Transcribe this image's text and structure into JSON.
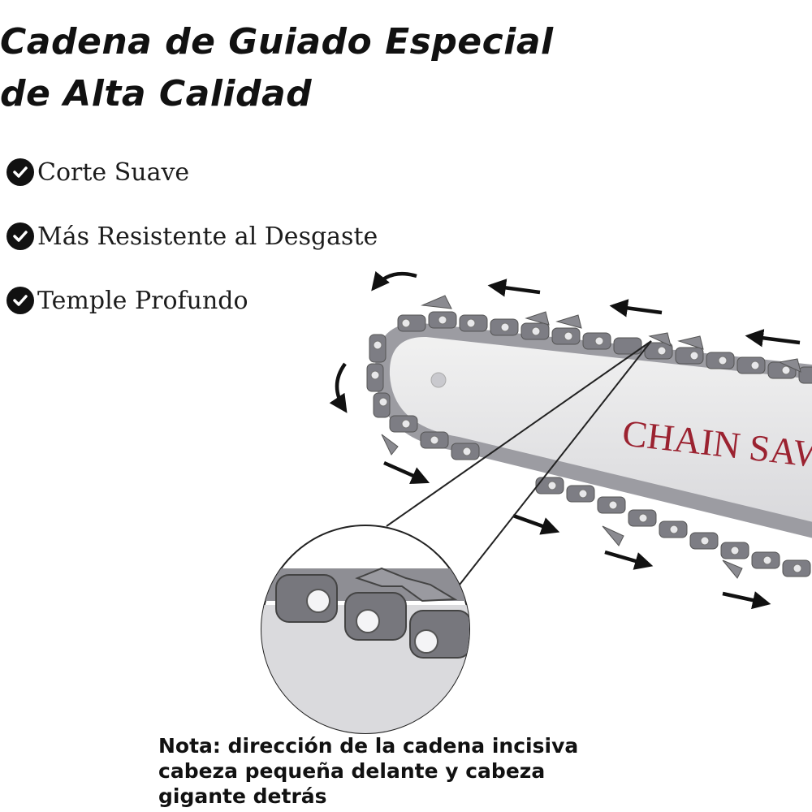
{
  "title": {
    "line1": "Cadena de Guiado Especial",
    "line2": "de Alta Calidad"
  },
  "features": [
    {
      "icon": "check-circle-icon",
      "label": "Corte Suave"
    },
    {
      "icon": "check-circle-icon",
      "label": "Más Resistente al Desgaste"
    },
    {
      "icon": "check-circle-icon",
      "label": "Temple Profundo"
    }
  ],
  "bar": {
    "label": "CHAIN SAW",
    "label_color": "#9b2230"
  },
  "note": {
    "line1": "Nota: dirección de la cadena incisiva",
    "line2": "cabeza pequeña delante y cabeza",
    "line3": "gigante detrás"
  }
}
